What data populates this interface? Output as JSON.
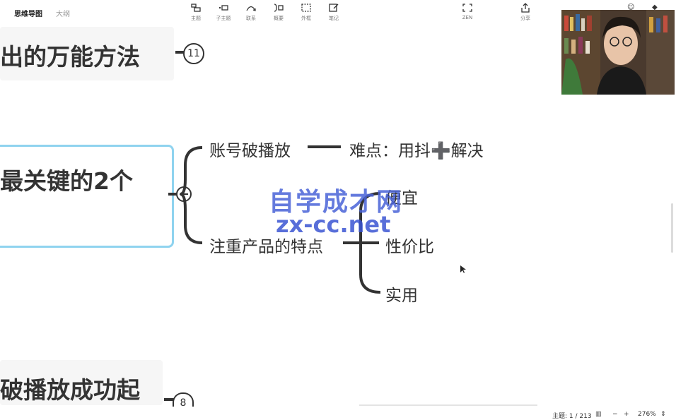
{
  "header": {
    "tabs": [
      {
        "label": "思维导图",
        "active": true
      },
      {
        "label": "大纲",
        "active": false
      }
    ],
    "tools": [
      {
        "label": "主题",
        "icon": "topic-icon"
      },
      {
        "label": "子主题",
        "icon": "subtopic-icon"
      },
      {
        "label": "联系",
        "icon": "relationship-icon"
      },
      {
        "label": "概要",
        "icon": "summary-icon"
      },
      {
        "label": "外框",
        "icon": "boundary-icon"
      },
      {
        "label": "笔记",
        "icon": "note-icon"
      }
    ],
    "zen_label": "ZEN",
    "share_label": "分享"
  },
  "mindmap": {
    "topic1": {
      "text": "出的万能方法",
      "count": "11"
    },
    "topic2": {
      "text": "最关键的2个"
    },
    "branch1": {
      "text": "账号破播放",
      "child": "难点：用抖➕解决"
    },
    "branch2": {
      "text": "注重产品的特点",
      "children": [
        "便宜",
        "性价比",
        "实用"
      ]
    },
    "topic3": {
      "text": "破播放成功起",
      "count": "8"
    }
  },
  "watermark": {
    "line1": "自学成才网",
    "line2": "zx-cc.net"
  },
  "status": {
    "topic_label": "主题: 1 / 213",
    "zoom_out": "−",
    "zoom_in": "+",
    "zoom": "276%"
  },
  "colors": {
    "selection_border": "#8fd3ef",
    "watermark_blue": "#4a63d8",
    "line": "#333333"
  }
}
